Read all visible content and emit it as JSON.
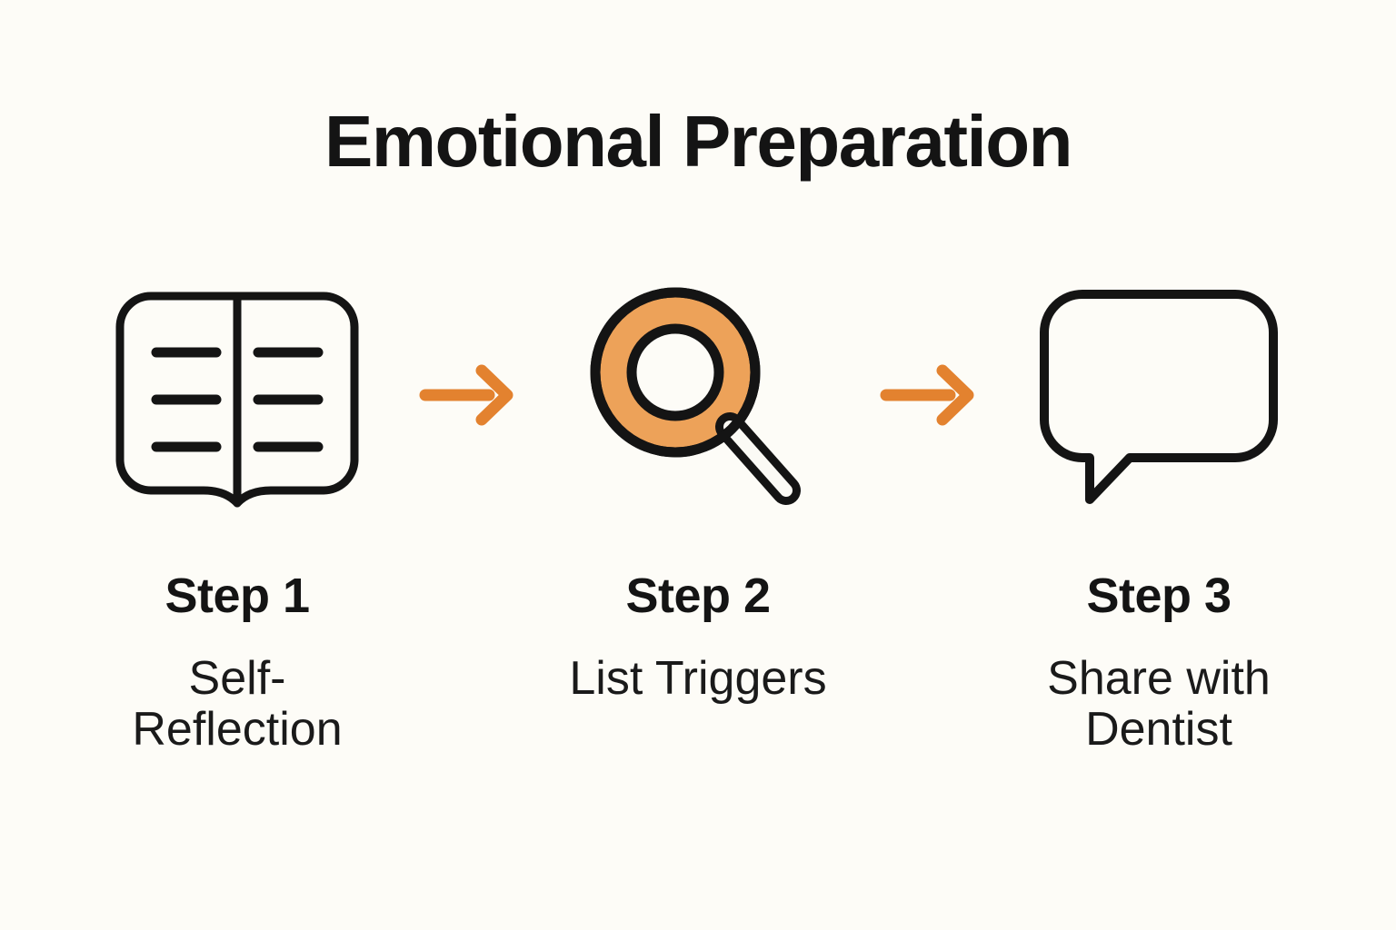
{
  "page": {
    "title": "Emotional Preparation",
    "background_color": "#FDFCF7",
    "text_color": "#1A1A1A",
    "accent_color": "#E3822F",
    "icon_fill_orange": "#EDA259",
    "icon_stroke_color": "#141414"
  },
  "steps": [
    {
      "number_label": "Step 1",
      "description": "Self-Reflection",
      "icon": "open-book-icon"
    },
    {
      "number_label": "Step 2",
      "description": "List Triggers",
      "icon": "magnifying-glass-icon"
    },
    {
      "number_label": "Step 3",
      "description": "Share with Dentist",
      "icon": "speech-bubble-icon"
    }
  ],
  "connectors": [
    {
      "name": "arrow-right-icon",
      "between": "step-1-to-step-2"
    },
    {
      "name": "arrow-right-icon",
      "between": "step-2-to-step-3"
    }
  ]
}
